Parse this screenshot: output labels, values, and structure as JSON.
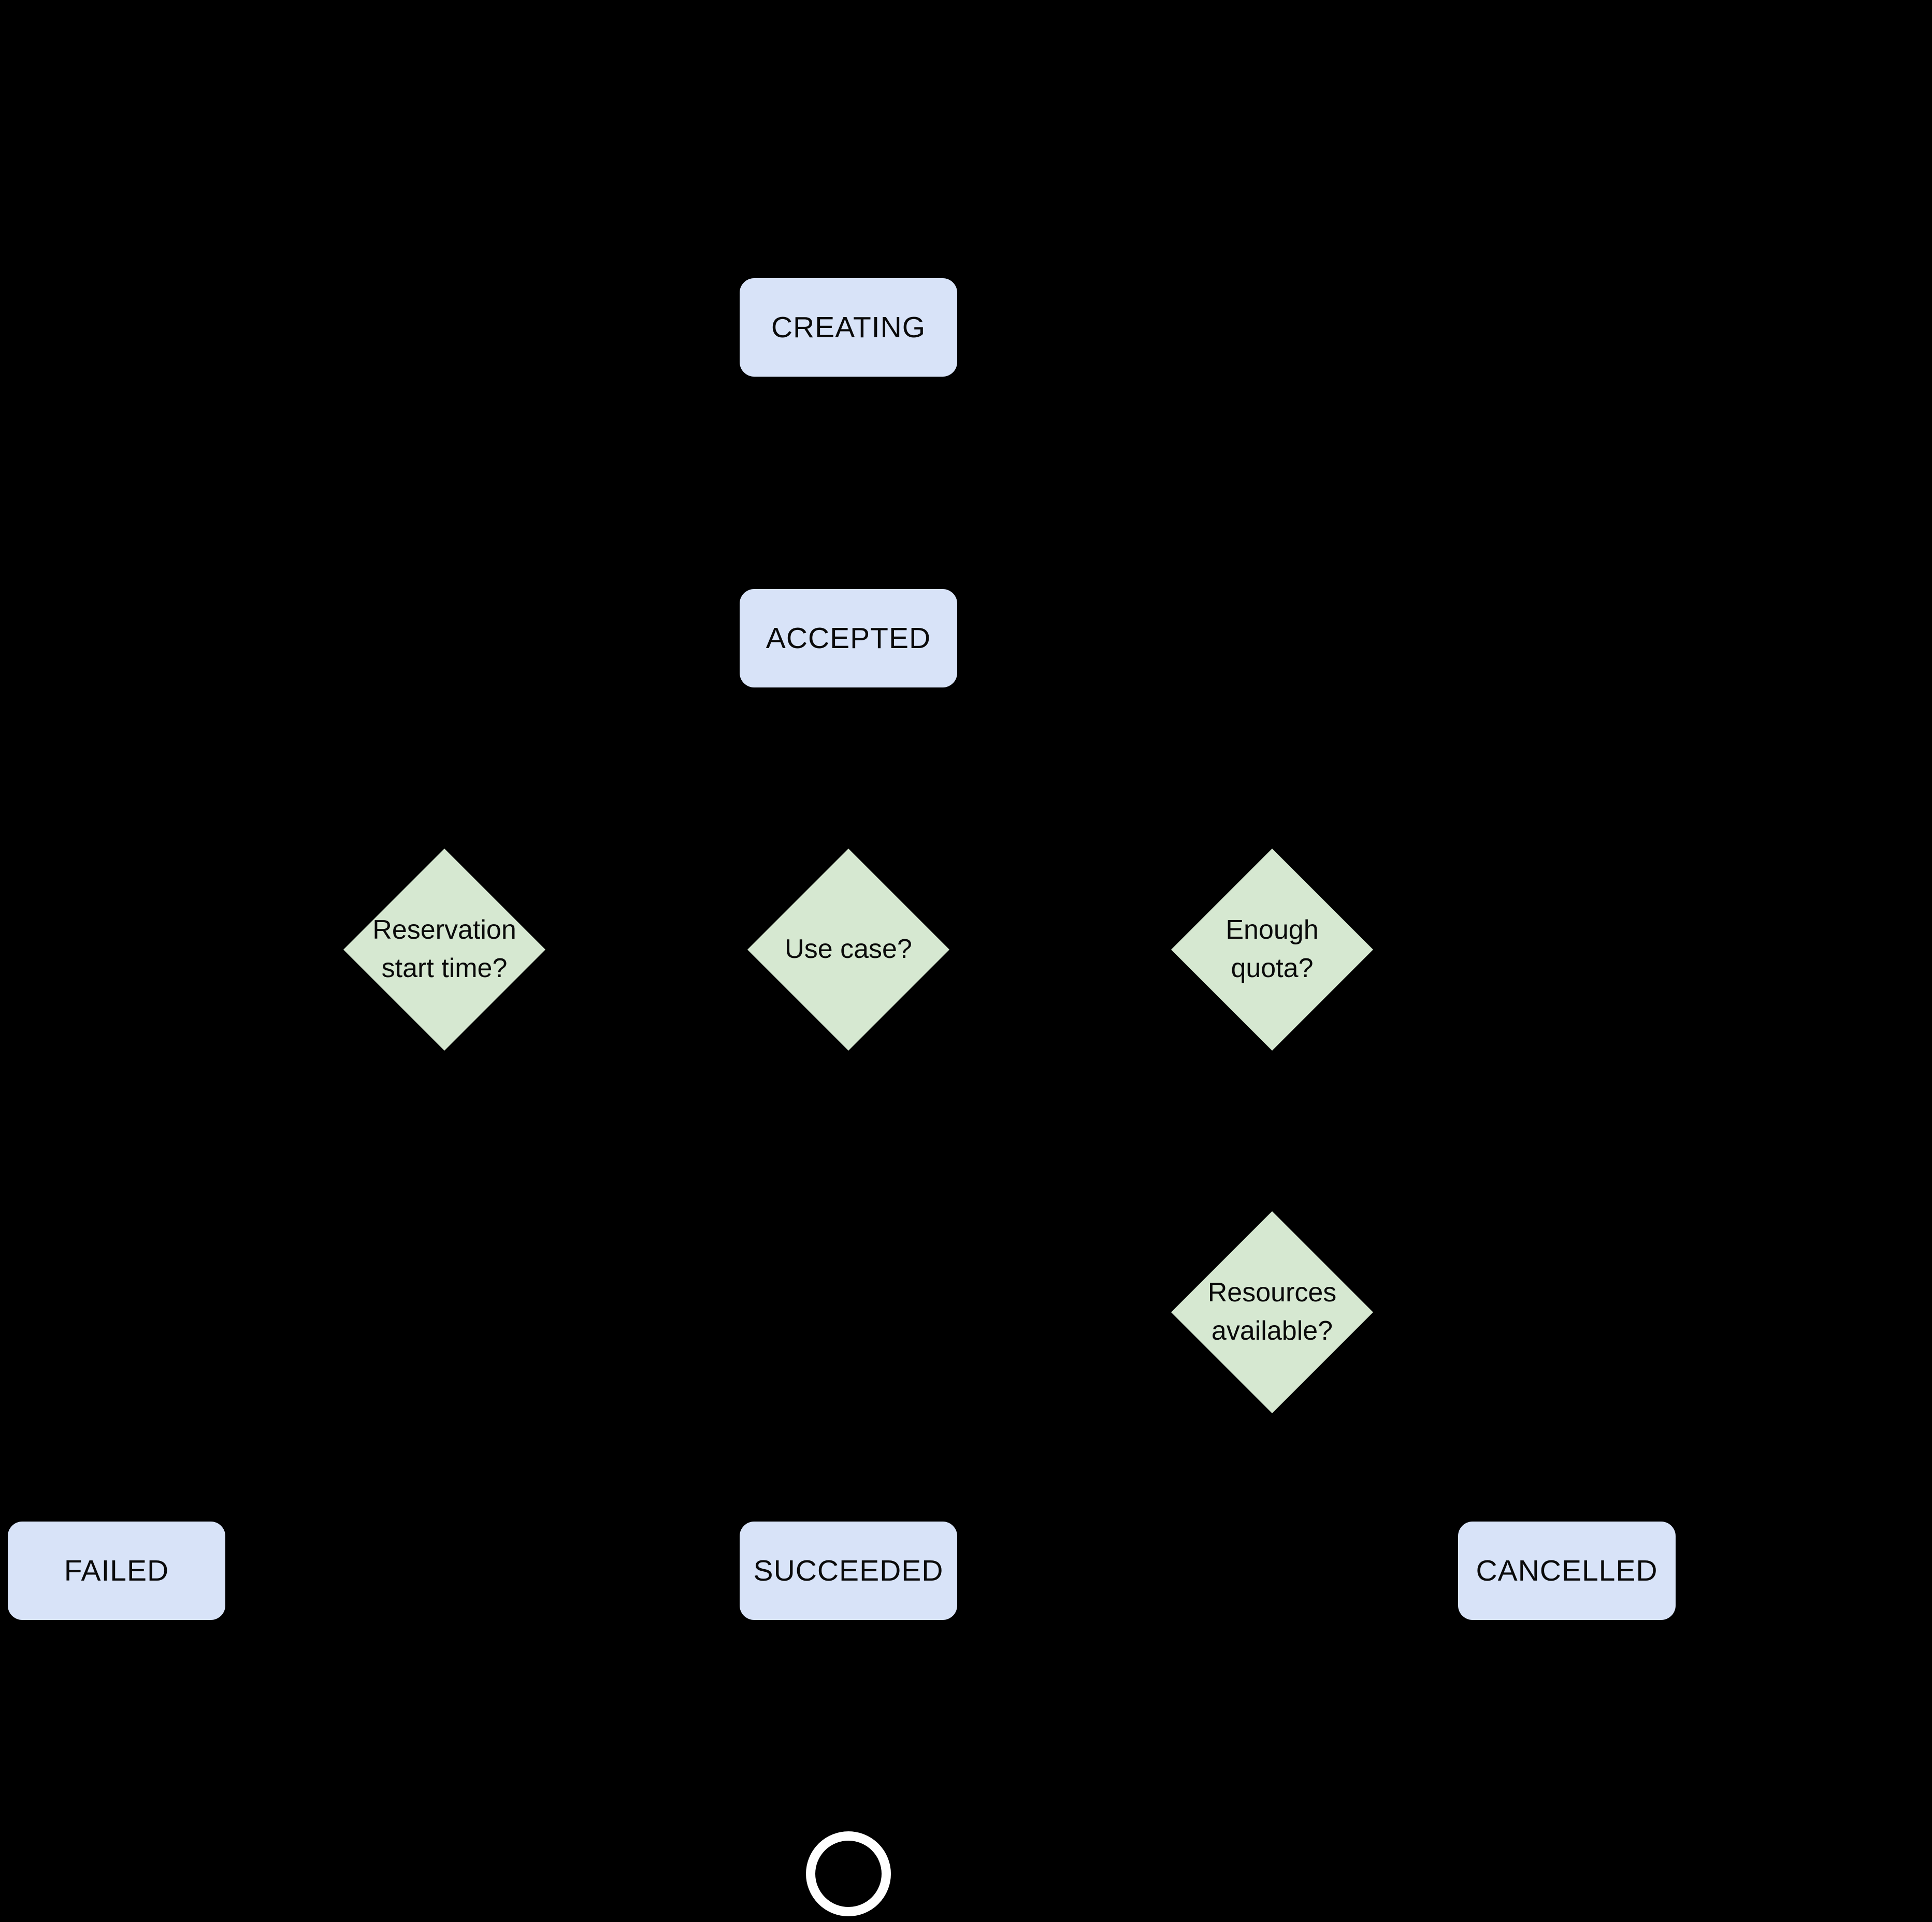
{
  "diagram": {
    "states": [
      {
        "id": "creating",
        "label": "CREATING"
      },
      {
        "id": "accepted",
        "label": "ACCEPTED"
      },
      {
        "id": "failed",
        "label": "FAILED"
      },
      {
        "id": "succeeded",
        "label": "SUCCEEDED"
      },
      {
        "id": "cancelled",
        "label": "CANCELLED"
      }
    ],
    "decisions": [
      {
        "id": "reservation-start-time",
        "line1": "Reservation",
        "line2": "start time?"
      },
      {
        "id": "use-case",
        "line1": "Use case?",
        "line2": ""
      },
      {
        "id": "enough-quota",
        "line1": "Enough",
        "line2": "quota?"
      },
      {
        "id": "resources-available",
        "line1": "Resources",
        "line2": "available?"
      }
    ],
    "end_marker": {
      "id": "end",
      "shape": "circle-outline"
    },
    "colors": {
      "background": "#000000",
      "state_fill": "#d8e3f8",
      "decision_fill": "#d6e8d1",
      "text": "#0a0a0a",
      "end_ring": "#ffffff"
    }
  }
}
